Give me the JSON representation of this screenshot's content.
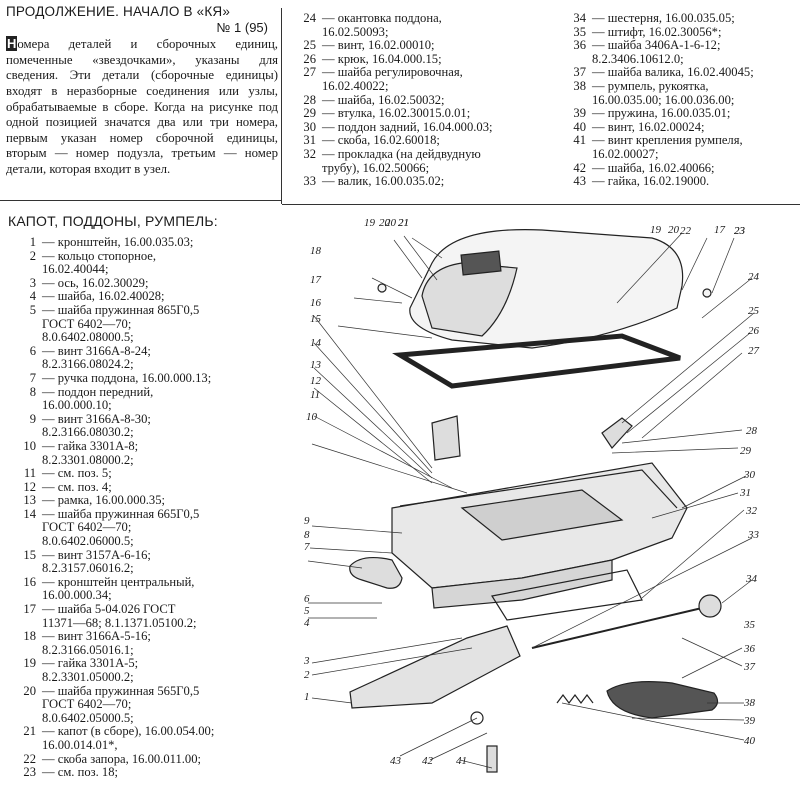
{
  "intro": {
    "heading": "ПРОДОЛЖЕНИЕ. НАЧАЛО В «КЯ»",
    "issue": "№ 1 (95)",
    "dropcap": "Н",
    "body": "омера деталей и сборочных единиц, помеченные «звездочками», указаны для сведения. Эти детали (сборочные единицы) входят в неразборные соединения или узлы, обрабатываемые в сборе. Когда на рисунке под одной позицией значатся два или три номера, первым указан номер сборочной единицы, вторым — номер подузла, третьим — номер детали, которая входит в узел."
  },
  "section_title": "КАПОТ, ПОДДОНЫ, РУМПЕЛЬ:",
  "parts_left": [
    {
      "no": "1",
      "text": "— кронштейн, 16.00.035.03;"
    },
    {
      "no": "2",
      "text": "— кольцо стопорное,\n16.02.40044;"
    },
    {
      "no": "3",
      "text": "— ось, 16.02.30029;"
    },
    {
      "no": "4",
      "text": "— шайба, 16.02.40028;"
    },
    {
      "no": "5",
      "text": "— шайба пружинная 865Г0,5\nГОСТ 6402—70;\n8.0.6402.08000.5;"
    },
    {
      "no": "6",
      "text": "— винт 3166А-8-24;\n8.2.3166.08024.2;"
    },
    {
      "no": "7",
      "text": "— ручка поддона, 16.00.000.13;"
    },
    {
      "no": "8",
      "text": "— поддон передний,\n16.00.000.10;"
    },
    {
      "no": "9",
      "text": "— винт 3166А-8-30;\n8.2.3166.08030.2;"
    },
    {
      "no": "10",
      "text": "— гайка 3301А-8;\n8.2.3301.08000.2;"
    },
    {
      "no": "11",
      "text": "— см. поз. 5;"
    },
    {
      "no": "12",
      "text": "— см. поз. 4;"
    },
    {
      "no": "13",
      "text": "— рамка, 16.00.000.35;"
    },
    {
      "no": "14",
      "text": "— шайба пружинная 665Г0,5\nГОСТ 6402—70;\n8.0.6402.06000.5;"
    },
    {
      "no": "15",
      "text": "— винт 3157А-6-16;\n8.2.3157.06016.2;"
    },
    {
      "no": "16",
      "text": "— кронштейн центральный,\n16.00.000.34;"
    },
    {
      "no": "17",
      "text": "— шайба 5-04.026 ГОСТ\n11371—68; 8.1.1371.05100.2;"
    },
    {
      "no": "18",
      "text": "— винт 3166А-5-16;\n8.2.3166.05016.1;"
    },
    {
      "no": "19",
      "text": "— гайка 3301А-5;\n8.2.3301.05000.2;"
    },
    {
      "no": "20",
      "text": "— шайба пружинная 565Г0,5\nГОСТ 6402—70;\n8.0.6402.05000.5;"
    },
    {
      "no": "21",
      "text": "— капот (в сборе), 16.00.054.00;\n16.00.014.01*,"
    },
    {
      "no": "22",
      "text": "— скоба запора, 16.00.011.00;"
    },
    {
      "no": "23",
      "text": "— см. поз. 18;"
    }
  ],
  "parts_mid": [
    {
      "no": "24",
      "text": "— окантовка поддона,\n16.02.50093;"
    },
    {
      "no": "25",
      "text": "— винт, 16.02.00010;"
    },
    {
      "no": "26",
      "text": "— крюк, 16.04.000.15;"
    },
    {
      "no": "27",
      "text": "— шайба регулировочная,\n16.02.40022;"
    },
    {
      "no": "28",
      "text": "— шайба, 16.02.50032;"
    },
    {
      "no": "29",
      "text": "— втулка, 16.02.30015.0.01;"
    },
    {
      "no": "30",
      "text": "— поддон задний, 16.04.000.03;"
    },
    {
      "no": "31",
      "text": "— скоба, 16.02.60018;"
    },
    {
      "no": "32",
      "text": "— прокладка (на дейдвудную\nтрубу), 16.02.50066;"
    },
    {
      "no": "33",
      "text": "— валик, 16.00.035.02;"
    }
  ],
  "parts_right": [
    {
      "no": "34",
      "text": "— шестерня, 16.00.035.05;"
    },
    {
      "no": "35",
      "text": "— штифт, 16.02.30056*;"
    },
    {
      "no": "36",
      "text": "— шайба 3406А-1-6-12;\n8.2.3406.10612.0;"
    },
    {
      "no": "37",
      "text": "— шайба валика, 16.02.40045;"
    },
    {
      "no": "38",
      "text": "— румпель, рукоятка,\n16.00.035.00; 16.00.036.00;"
    },
    {
      "no": "39",
      "text": "— пружина, 16.00.035.01;"
    },
    {
      "no": "40",
      "text": "— винт, 16.02.00024;"
    },
    {
      "no": "41",
      "text": "— винт крепления румпеля,\n16.02.00027;"
    },
    {
      "no": "42",
      "text": "— шайба, 16.02.40066;"
    },
    {
      "no": "43",
      "text": "— гайка, 16.02.19000."
    }
  ],
  "figure": {
    "callouts": [
      "1",
      "2",
      "3",
      "4",
      "5",
      "6",
      "7",
      "8",
      "9",
      "10",
      "11",
      "12",
      "13",
      "14",
      "15",
      "16",
      "17",
      "18",
      "19",
      "20",
      "21",
      "22",
      "23",
      "24",
      "25",
      "26",
      "27",
      "28",
      "29",
      "30",
      "31",
      "32",
      "33",
      "34",
      "35",
      "36",
      "37",
      "38",
      "39",
      "40",
      "41",
      "42",
      "43"
    ],
    "callouts_extra": [
      "19",
      "20",
      "17",
      "23",
      "20",
      "21"
    ]
  }
}
